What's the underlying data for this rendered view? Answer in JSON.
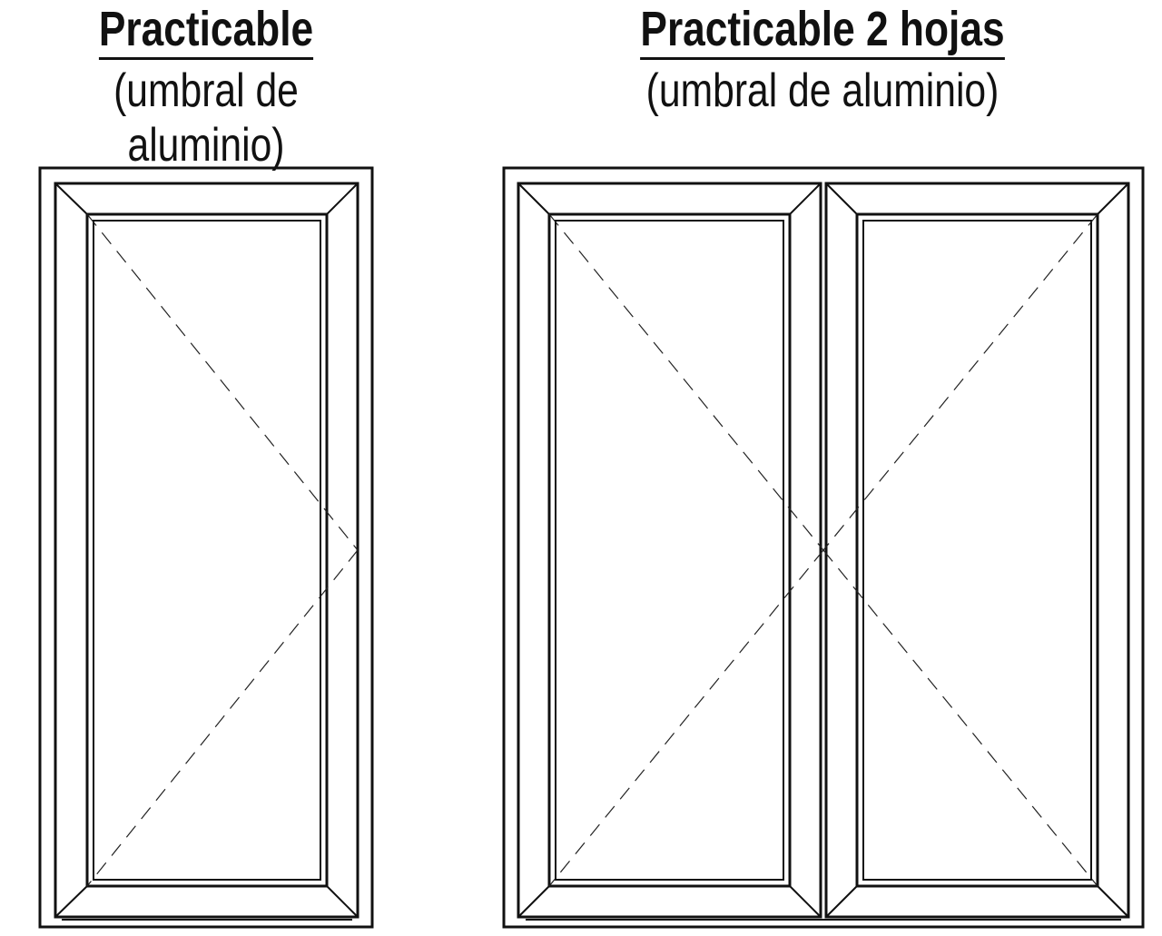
{
  "drawings": [
    {
      "title": "Practicable",
      "subtitle": "(umbral de aluminio)",
      "icon": "single-leaf-casement-door-icon"
    },
    {
      "title": "Practicable 2 hojas",
      "subtitle": "(umbral de aluminio)",
      "icon": "double-leaf-casement-door-icon"
    }
  ],
  "colors": {
    "line": "#111111",
    "background": "#ffffff"
  }
}
